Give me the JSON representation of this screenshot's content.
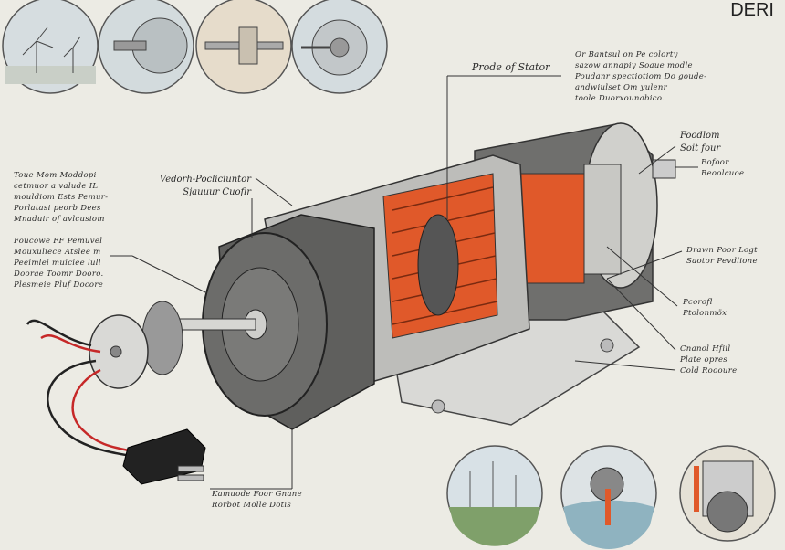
{
  "brand": "DERI",
  "labels": {
    "stator_title": "Prode of Stator",
    "stator_desc": [
      "Or Bantsul on Pe colorty",
      "sazow annapiy Soaue modle",
      "Poudanr spectiotiom Do goude-",
      "andwiulset Om yulenr",
      "toole Duorxounabico."
    ],
    "top_right_1": [
      "Foodlom",
      "Soit four"
    ],
    "top_right_2": [
      "Eofoor",
      "Beoolcuoe"
    ],
    "center_left": [
      "Vedorh-Pocliciuntor",
      "Sjauuur Cuoflr"
    ],
    "left_para_1": [
      "Toue Mom Moddopi",
      "cetmuor a valude IL",
      "mouldiom Ests Pemur-",
      "Porlatasi peorb Dees",
      "Mnaduir of avlcusiom"
    ],
    "left_para_2": [
      "Foucowe FF Pemuvel",
      "Mouxuliece Atslee m",
      "Peeimlei muiciee lull",
      "Doorae Toomr Dooro.",
      "Plesmeie Pluf Docore"
    ],
    "right_1": [
      "Drawn Poor Logt",
      "Saotor Pevdlione"
    ],
    "right_2": [
      "Pcorofl",
      "Ptolonmöx"
    ],
    "right_3": [
      "Cnanol Hfiil",
      "Plate opres",
      "Cold Roooure"
    ],
    "bottom": [
      "Kamuode Foor Gnane",
      "Rorbot Molle Dotis"
    ]
  },
  "colors": {
    "background": "#ecebe4",
    "copper": "#e0592a",
    "metal": "#8a8a88",
    "ink": "#2a2a2a"
  }
}
